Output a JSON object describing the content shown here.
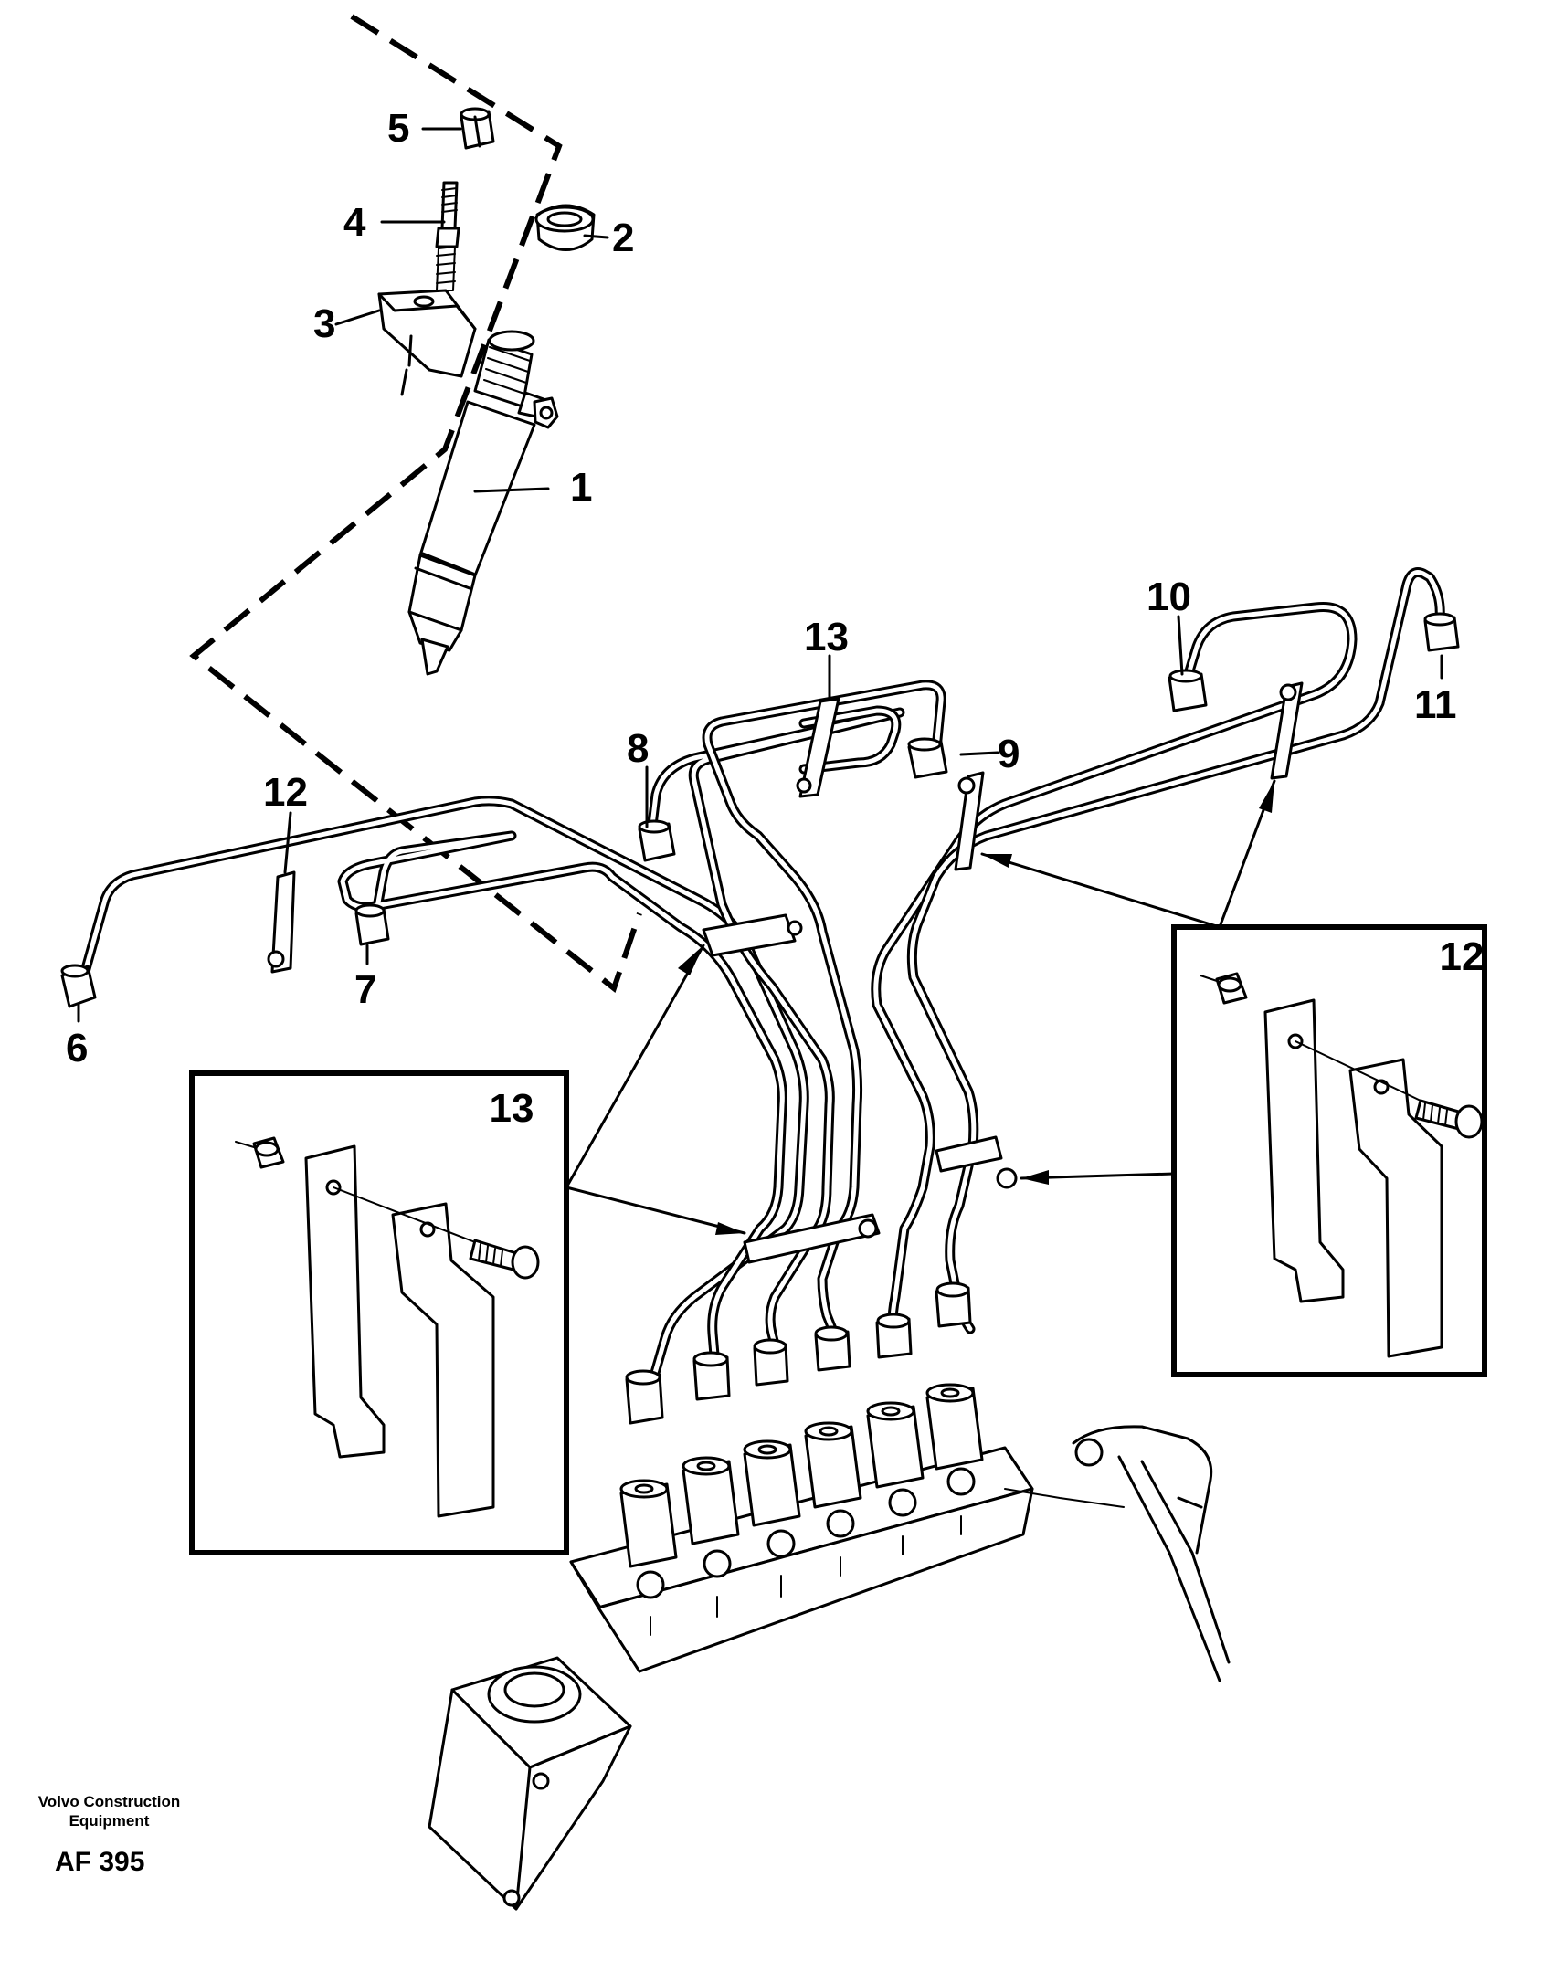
{
  "diagram": {
    "callouts": [
      "1",
      "2",
      "3",
      "4",
      "5",
      "6",
      "7",
      "8",
      "9",
      "10",
      "11",
      "12",
      "13"
    ],
    "insets": [
      {
        "label": "13"
      },
      {
        "label": "12"
      }
    ]
  },
  "footer": {
    "brand_line1": "Volvo Construction",
    "brand_line2": "Equipment",
    "code": "AF 395"
  }
}
